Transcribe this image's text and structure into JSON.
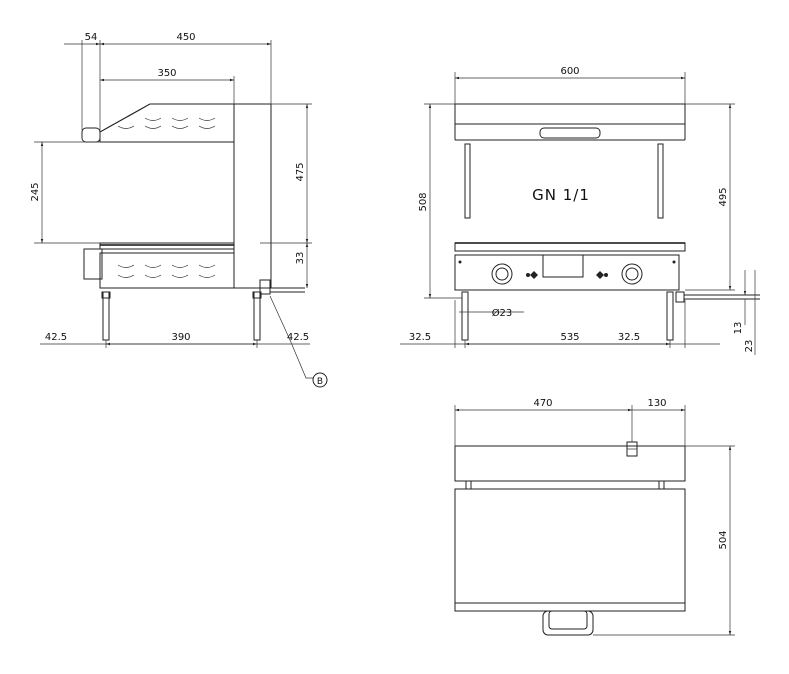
{
  "side_view": {
    "top_total": "450",
    "top_handle": "54",
    "top_inner": "350",
    "left_height": "245",
    "right_height": "475",
    "right_lower": "33",
    "bottom_left": "42.5",
    "bottom_mid": "390",
    "bottom_right": "42.5",
    "callout": "B"
  },
  "front_view": {
    "top_width": "600",
    "left_height": "508",
    "right_height": "495",
    "label": "GN 1/1",
    "pipe_dia": "Ø23",
    "bottom_left": "32.5",
    "bottom_mid": "535",
    "bottom_right": "32.5",
    "right_small_1": "13",
    "right_small_2": "23"
  },
  "top_view": {
    "top_main": "470",
    "top_side": "130",
    "right_depth": "504"
  }
}
